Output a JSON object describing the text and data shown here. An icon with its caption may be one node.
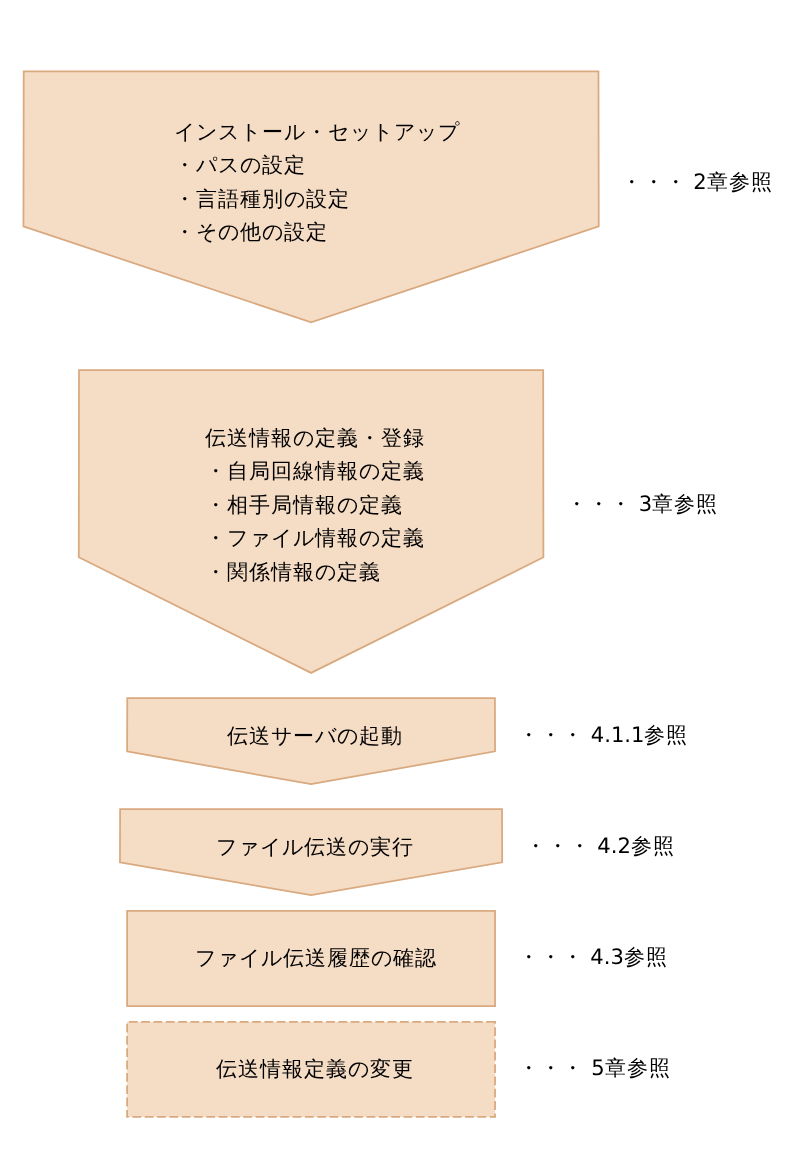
{
  "diagram": {
    "nodes": [
      {
        "text": [
          "インストール・セットアップ",
          "・パスの設定",
          "・言語種別の設定",
          "・その他の設定"
        ],
        "beside": [
          "・・・ 2章参照"
        ]
      },
      {
        "text": [
          "伝送情報の定義・登録",
          "・自局回線情報の定義",
          "・相手局情報の定義",
          "・ファイル情報の定義",
          "・関係情報の定義"
        ],
        "beside": [
          "・・・ 3章参照"
        ]
      },
      {
        "text": [
          "伝送サーバの起動"
        ],
        "beside": [
          "・・・ 4.1.1参照"
        ]
      },
      {
        "text": [
          "ファイル伝送の実行"
        ],
        "beside": [
          "・・・ 4.2参照"
        ]
      },
      {
        "text": [
          "ファイル伝送履歴の確認"
        ],
        "beside": [
          "・・・ 4.3参照"
        ]
      },
      {
        "text": [
          "伝送情報定義の変更"
        ],
        "beside": [
          "・・・ 5章参照"
        ]
      }
    ]
  }
}
